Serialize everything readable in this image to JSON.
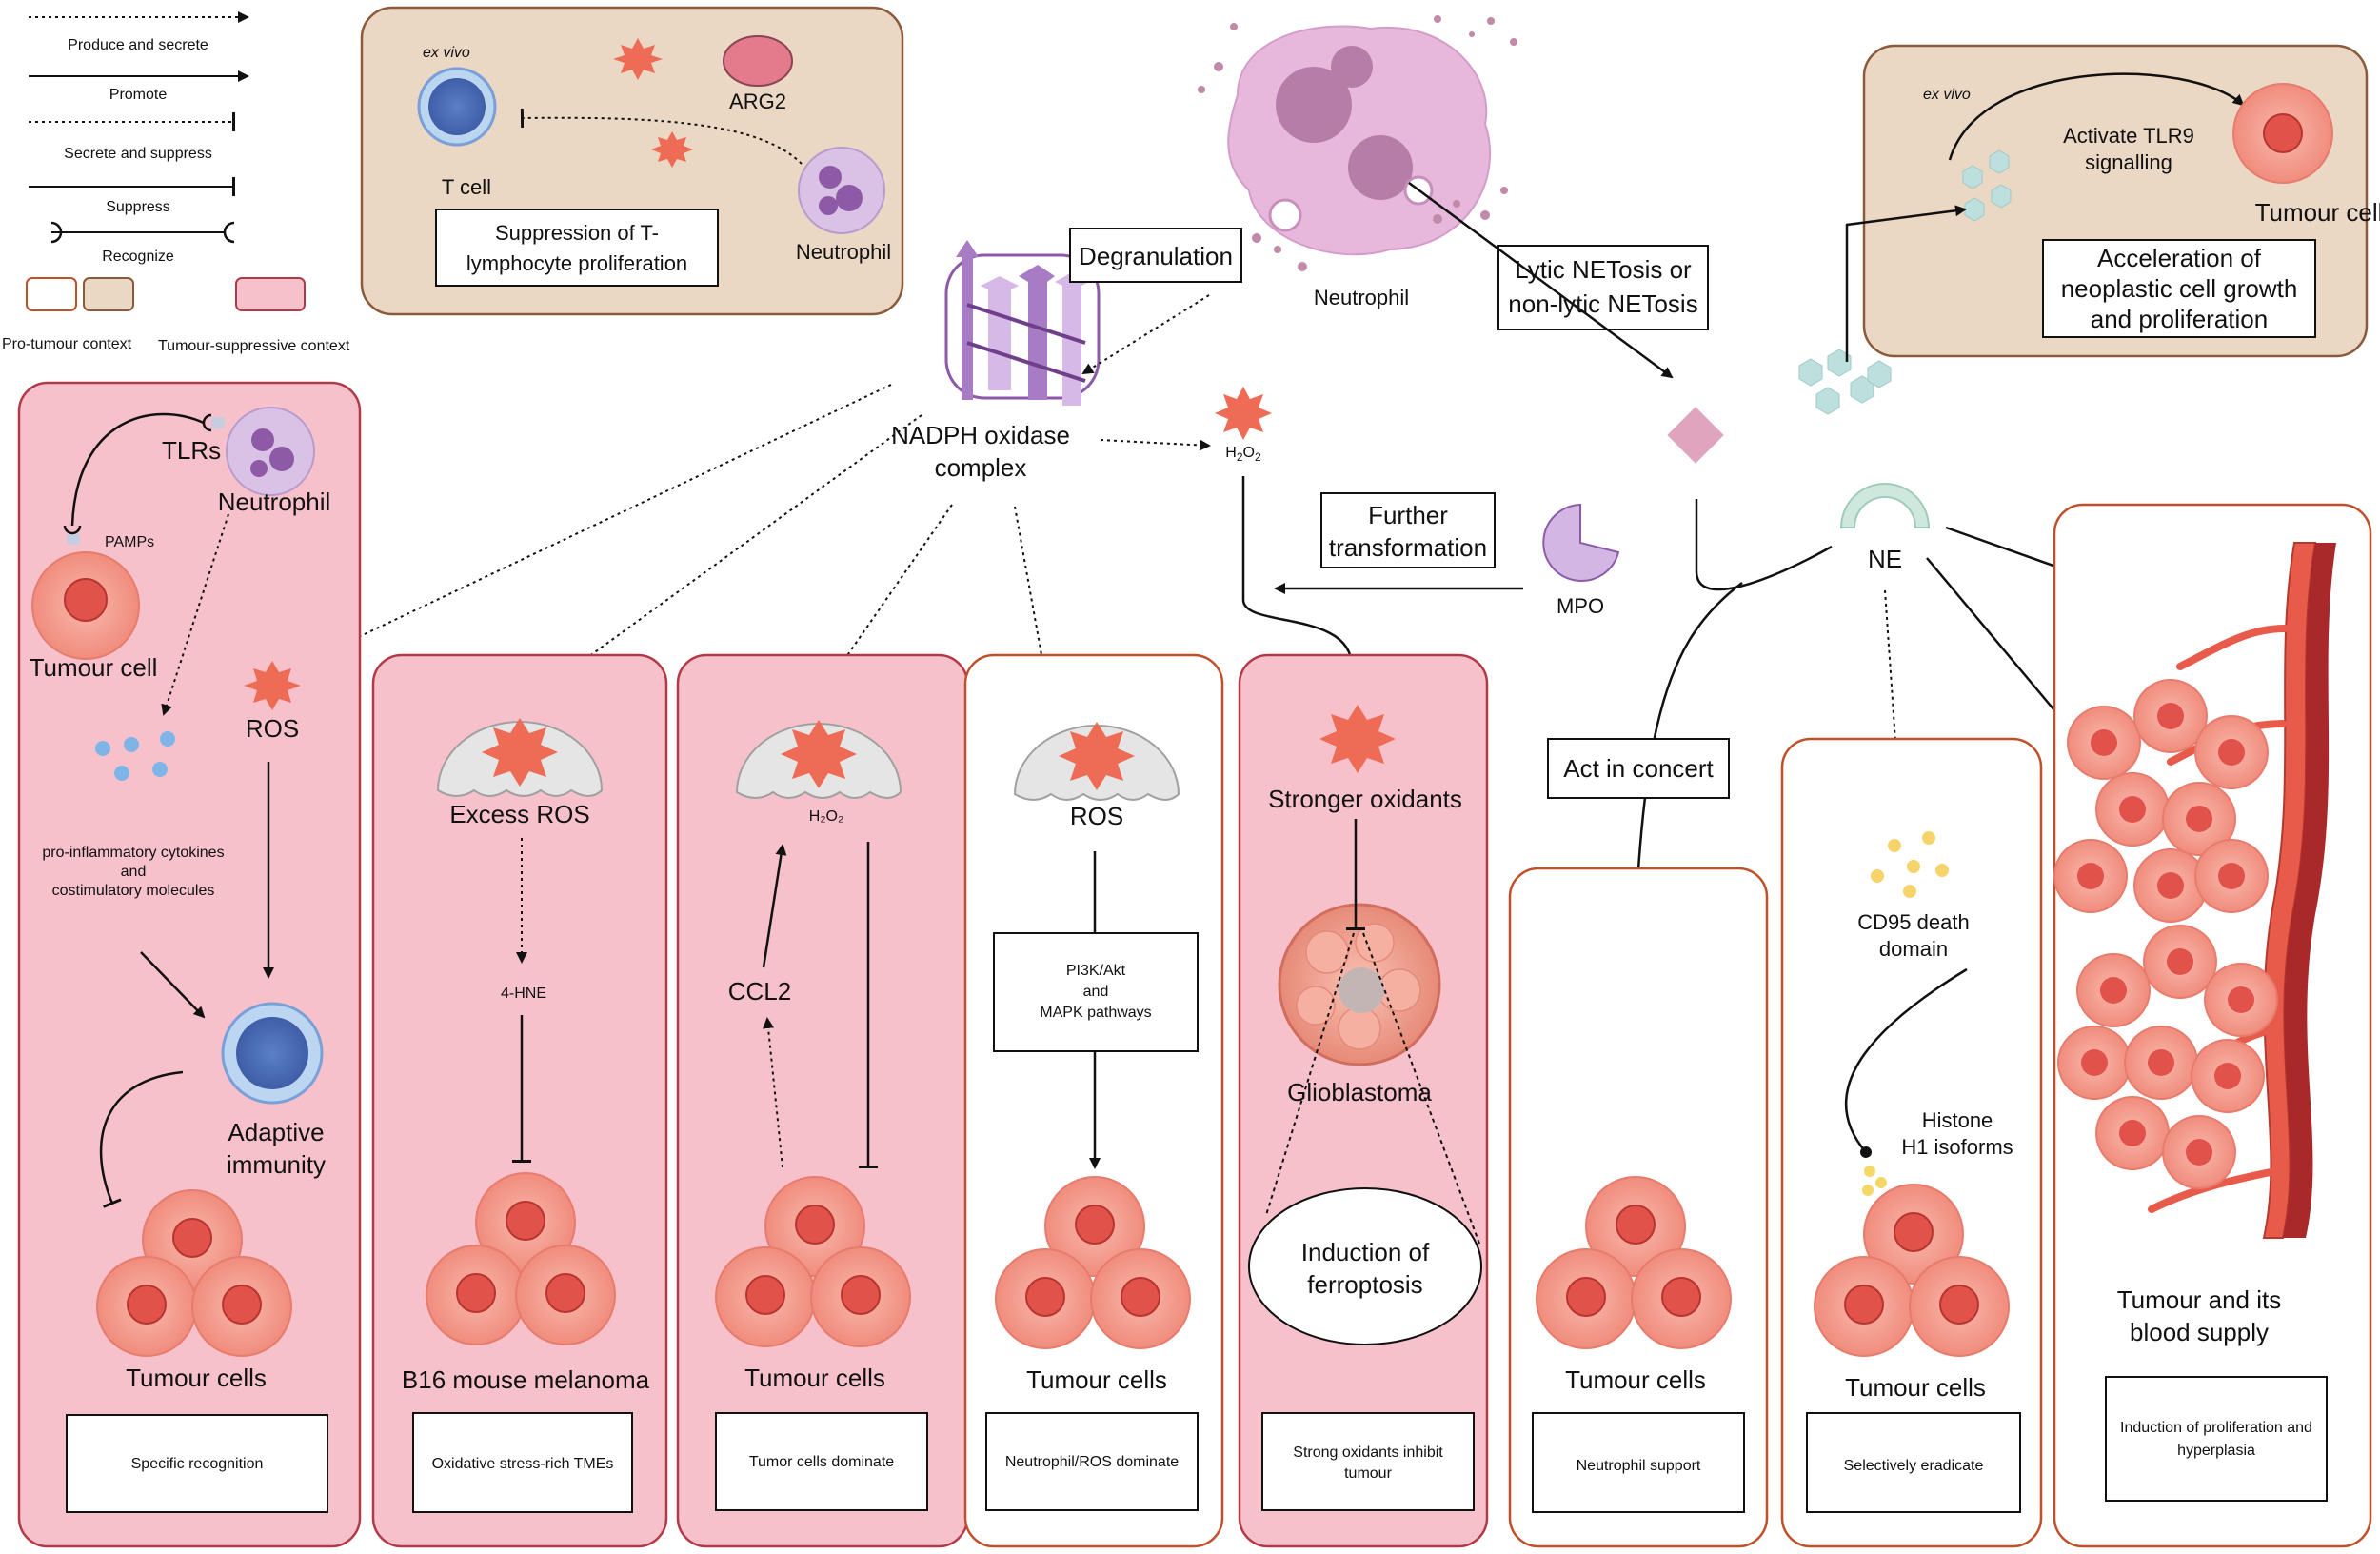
{
  "legend": {
    "produce_secrete": "Produce and secrete",
    "promote": "Promote",
    "secrete_suppress": "Secrete and suppress",
    "suppress": "Suppress",
    "recognize": "Recognize",
    "pro_tumour": "Pro-tumour context",
    "tumour_suppressive": "Tumour-suppressive context"
  },
  "top_left_box": {
    "ex_vivo": "ex vivo",
    "arg2": "ARG2",
    "t_cell": "T cell",
    "neutrophil": "Neutrophil",
    "caption": "Suppression of T-lymphocyte proliferation",
    "caption_line1": "Suppression of T-",
    "caption_line2": "lymphocyte proliferation"
  },
  "top_right_box": {
    "ex_vivo": "ex vivo",
    "activate_line1": "Activate TLR9",
    "activate_line2": "signalling",
    "tumour_cell": "Tumour cell",
    "caption_line1": "Acceleration of",
    "caption_line2": "neoplastic cell growth",
    "caption_line3": "and proliferation"
  },
  "center": {
    "neutrophil": "Neutrophil",
    "degranulation": "Degranulation",
    "netosis_line1": "Lytic NETosis or",
    "netosis_line2": "non-lytic NETosis",
    "nadph_line1": "NADPH oxidase",
    "nadph_line2": "complex",
    "h2o2_main": "H",
    "h2o2_sub1": "2",
    "h2o2_mid": "O",
    "h2o2_sub2": "2",
    "further_line1": "Further",
    "further_line2": "transformation",
    "mpo": "MPO",
    "ne": "NE",
    "act_in_concert": "Act in concert"
  },
  "panels": {
    "p1": {
      "tlrs": "TLRs",
      "neutrophil": "Neutrophil",
      "pamps": "PAMPs",
      "tumour_cell": "Tumour cell",
      "ros": "ROS",
      "cytokines_line1": "pro-inflammatory cytokines",
      "cytokines_line2": "and",
      "cytokines_line3": "costimulatory molecules",
      "adaptive_line1": "Adaptive",
      "adaptive_line2": "immunity",
      "cells": "Tumour cells",
      "caption": "Specific recognition"
    },
    "p2": {
      "excess_ros": "Excess ROS",
      "hne": "4-HNE",
      "cells": "B16 mouse melanoma",
      "caption": "Oxidative stress-rich TMEs"
    },
    "p3": {
      "h2o2": "H₂O₂",
      "ccl2": "CCL2",
      "cells": "Tumour cells",
      "caption": "Tumor cells dominate"
    },
    "p4": {
      "ros": "ROS",
      "pathway_line1": "PI3K/Akt",
      "pathway_line2": "and",
      "pathway_line3": "MAPK pathways",
      "cells": "Tumour cells",
      "caption": "Neutrophil/ROS dominate"
    },
    "p5": {
      "stronger": "Stronger oxidants",
      "glioblastoma": "Glioblastoma",
      "ferro_line1": "Induction of",
      "ferro_line2": "ferroptosis",
      "caption_line1": "Strong oxidants inhibit",
      "caption_line2": "tumour"
    },
    "p6": {
      "cells": "Tumour cells",
      "caption": "Neutrophil support"
    },
    "p7": {
      "cd95_line1": "CD95 death",
      "cd95_line2": "domain",
      "histone_line1": "Histone",
      "histone_line2": "H1 isoforms",
      "cells": "Tumour cells",
      "caption": "Selectively eradicate"
    },
    "p8": {
      "label_line1": "Tumour and its",
      "label_line2": "blood supply",
      "caption_line1": "Induction of proliferation and",
      "caption_line2": "hyperplasia"
    }
  },
  "colors": {
    "pink_panel": "#f7c1cc",
    "pink_border": "#b23a48",
    "orange_border": "#c0502a",
    "tan_box": "#ead7c4",
    "tan_border": "#8a5a3a",
    "ros_red": "#ee6b55",
    "neutrophil_pink": "#e8b8dc",
    "tumour_cell": "#f4a597",
    "nucleus": "#e0524a"
  }
}
